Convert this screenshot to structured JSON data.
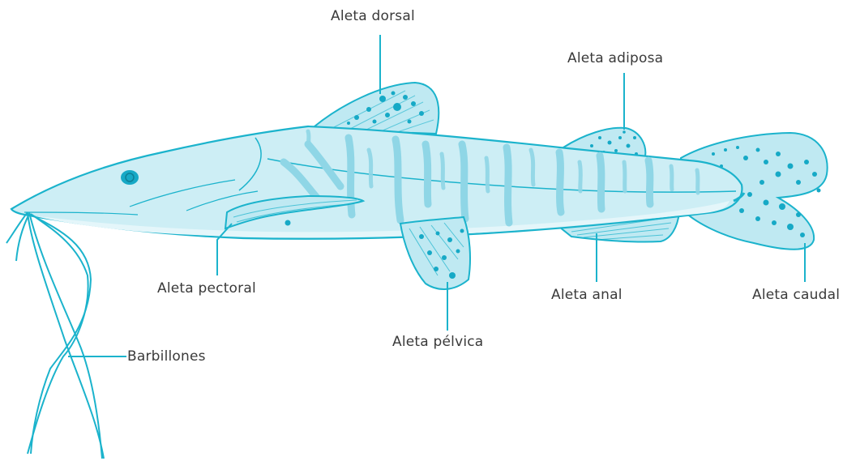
{
  "labels": {
    "dorsal": "Aleta dorsal",
    "adiposa": "Aleta adiposa",
    "pectoral": "Aleta pectoral",
    "pelvica": "Aleta pélvica",
    "anal": "Aleta anal",
    "caudal": "Aleta caudal",
    "barbillones": "Barbillones"
  },
  "colors": {
    "outline": "#1bb3cc",
    "body_fill": "#cdeef5",
    "belly_fill": "#e4f6fa",
    "fin_fill": "#bfe9f2",
    "stripe": "#8fd6e6",
    "spot": "#16a9c6",
    "label_text": "#3a3a3a",
    "leader_line": "#1bb3cc"
  }
}
